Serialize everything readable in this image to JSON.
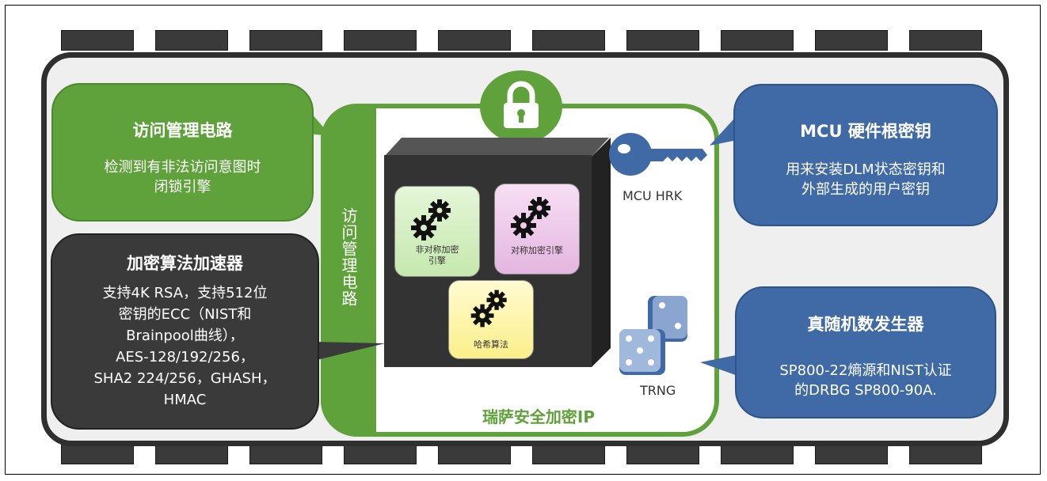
{
  "left_top": {
    "title": "访问管理电路",
    "line1": "检测到有非法访问意图时",
    "line2": "闭锁引擎"
  },
  "left_bottom": {
    "title": "加密算法加速器",
    "lines": [
      "支持4K RSA，支持512位",
      "密钥的ECC（NIST和",
      "Brainpool曲线），",
      "AES-128/192/256，",
      "SHA2 224/256，GHASH，",
      "HMAC"
    ]
  },
  "right_top": {
    "title": "MCU 硬件根密钥",
    "line1": "用来安装DLM状态密钥和",
    "line2": "外部生成的用户密钥"
  },
  "right_bottom": {
    "title": "真随机数发生器",
    "line1": "SP800-22熵源和NIST认证",
    "line2": "的DRBG SP800-90A."
  },
  "core": {
    "vertical_label": "访问管理电路",
    "title": "瑞萨安全加密IP",
    "hrk_label": "MCU HRK",
    "trng_label": "TRNG"
  },
  "engines": {
    "asym_line1": "非对称加密",
    "asym_line2": "引擎",
    "sym": "对称加密引擎",
    "hash": "哈希算法"
  },
  "colors": {
    "green": "#5fa13a",
    "blue": "#3f6aa5",
    "dark": "#3a3a3a"
  }
}
